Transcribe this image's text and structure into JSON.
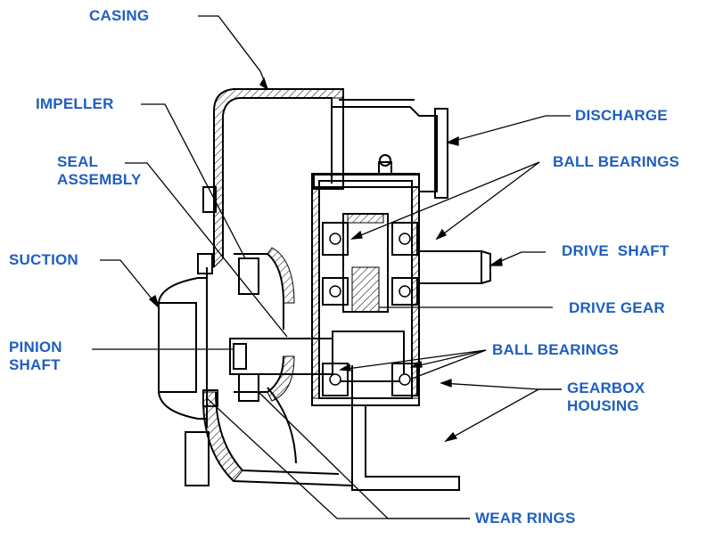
{
  "colors": {
    "label": "#1f5fbf",
    "line": "#000000",
    "background": "#ffffff"
  },
  "labels": {
    "casing": "CASING",
    "impeller": "IMPELLER",
    "seal_assembly": [
      "SEAL",
      "ASSEMBLY"
    ],
    "suction": "SUCTION",
    "pinion_shaft": [
      "PINION",
      "SHAFT"
    ],
    "discharge": "DISCHARGE",
    "ball_bearings_top": "BALL BEARINGS",
    "drive_shaft": "DRIVE  SHAFT",
    "drive_gear": "DRIVE GEAR",
    "ball_bearings_bottom": "BALL BEARINGS",
    "gearbox_housing": [
      "GEARBOX",
      "HOUSING"
    ],
    "wear_rings": "WEAR RINGS"
  }
}
